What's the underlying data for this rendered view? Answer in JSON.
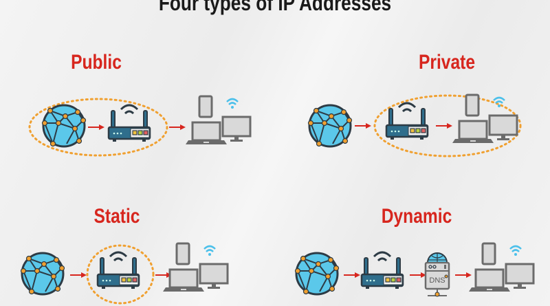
{
  "title": "Four types of IP Addresses",
  "colors": {
    "label_red": "#d7261e",
    "arrow_red": "#d7261e",
    "ellipse_orange": "#f0a030",
    "globe_blue": "#5bc8ea",
    "globe_outline": "#2d3b45",
    "node_orange": "#f0a030",
    "router_body": "#2f6e8c",
    "wifi_blue": "#4cc0ea",
    "device_gray": "#6b6b6b",
    "screen_gray": "#d9d9d9"
  },
  "panels": [
    {
      "id": "public",
      "label": "Public",
      "flow": [
        "Internet globe",
        "Router",
        "Devices"
      ],
      "highlight": "Globe and router"
    },
    {
      "id": "private",
      "label": "Private",
      "flow": [
        "Internet globe",
        "Router",
        "Devices"
      ],
      "highlight": "Router and devices"
    },
    {
      "id": "static",
      "label": "Static",
      "flow": [
        "Internet globe",
        "Router",
        "Devices"
      ],
      "highlight": "Router"
    },
    {
      "id": "dynamic",
      "label": "Dynamic",
      "flow": [
        "Internet globe",
        "Router",
        "DNS server",
        "Devices"
      ],
      "highlight": "None"
    }
  ],
  "dns_label": "DNS"
}
